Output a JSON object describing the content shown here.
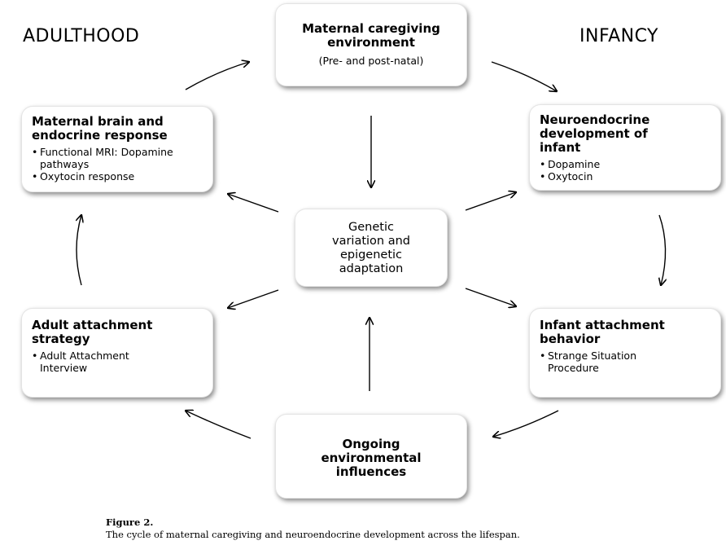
{
  "stages": {
    "left": "ADULTHOOD",
    "right": "INFANCY"
  },
  "nodes": {
    "top": {
      "title_line1": "Maternal caregiving",
      "title_line2": "environment",
      "sub": "(Pre- and post-natal)"
    },
    "right_upper": {
      "title_line1": "Neuroendocrine",
      "title_line2": "development of",
      "title_line3": "infant",
      "items": [
        "Dopamine",
        "Oxytocin"
      ]
    },
    "right_lower": {
      "title_line1": "Infant attachment",
      "title_line2": "behavior",
      "items": [
        "Strange Situation Procedure"
      ]
    },
    "bottom": {
      "title_line1": "Ongoing",
      "title_line2": "environmental",
      "title_line3": "influences"
    },
    "left_lower": {
      "title_line1": "Adult attachment",
      "title_line2": "strategy",
      "items": [
        "Adult Attachment Interview"
      ]
    },
    "left_upper": {
      "title_line1": "Maternal brain and",
      "title_line2": "endocrine response",
      "items": [
        "Functional MRI: Dopamine pathways",
        "Oxytocin response"
      ]
    },
    "center": {
      "line1": "Genetic",
      "line2": "variation and",
      "line3": "epigenetic",
      "line4": "adaptation"
    }
  },
  "caption": {
    "figure_label": "Figure 2.",
    "text": "The cycle of maternal caregiving and neuroendocrine development across the lifespan."
  }
}
